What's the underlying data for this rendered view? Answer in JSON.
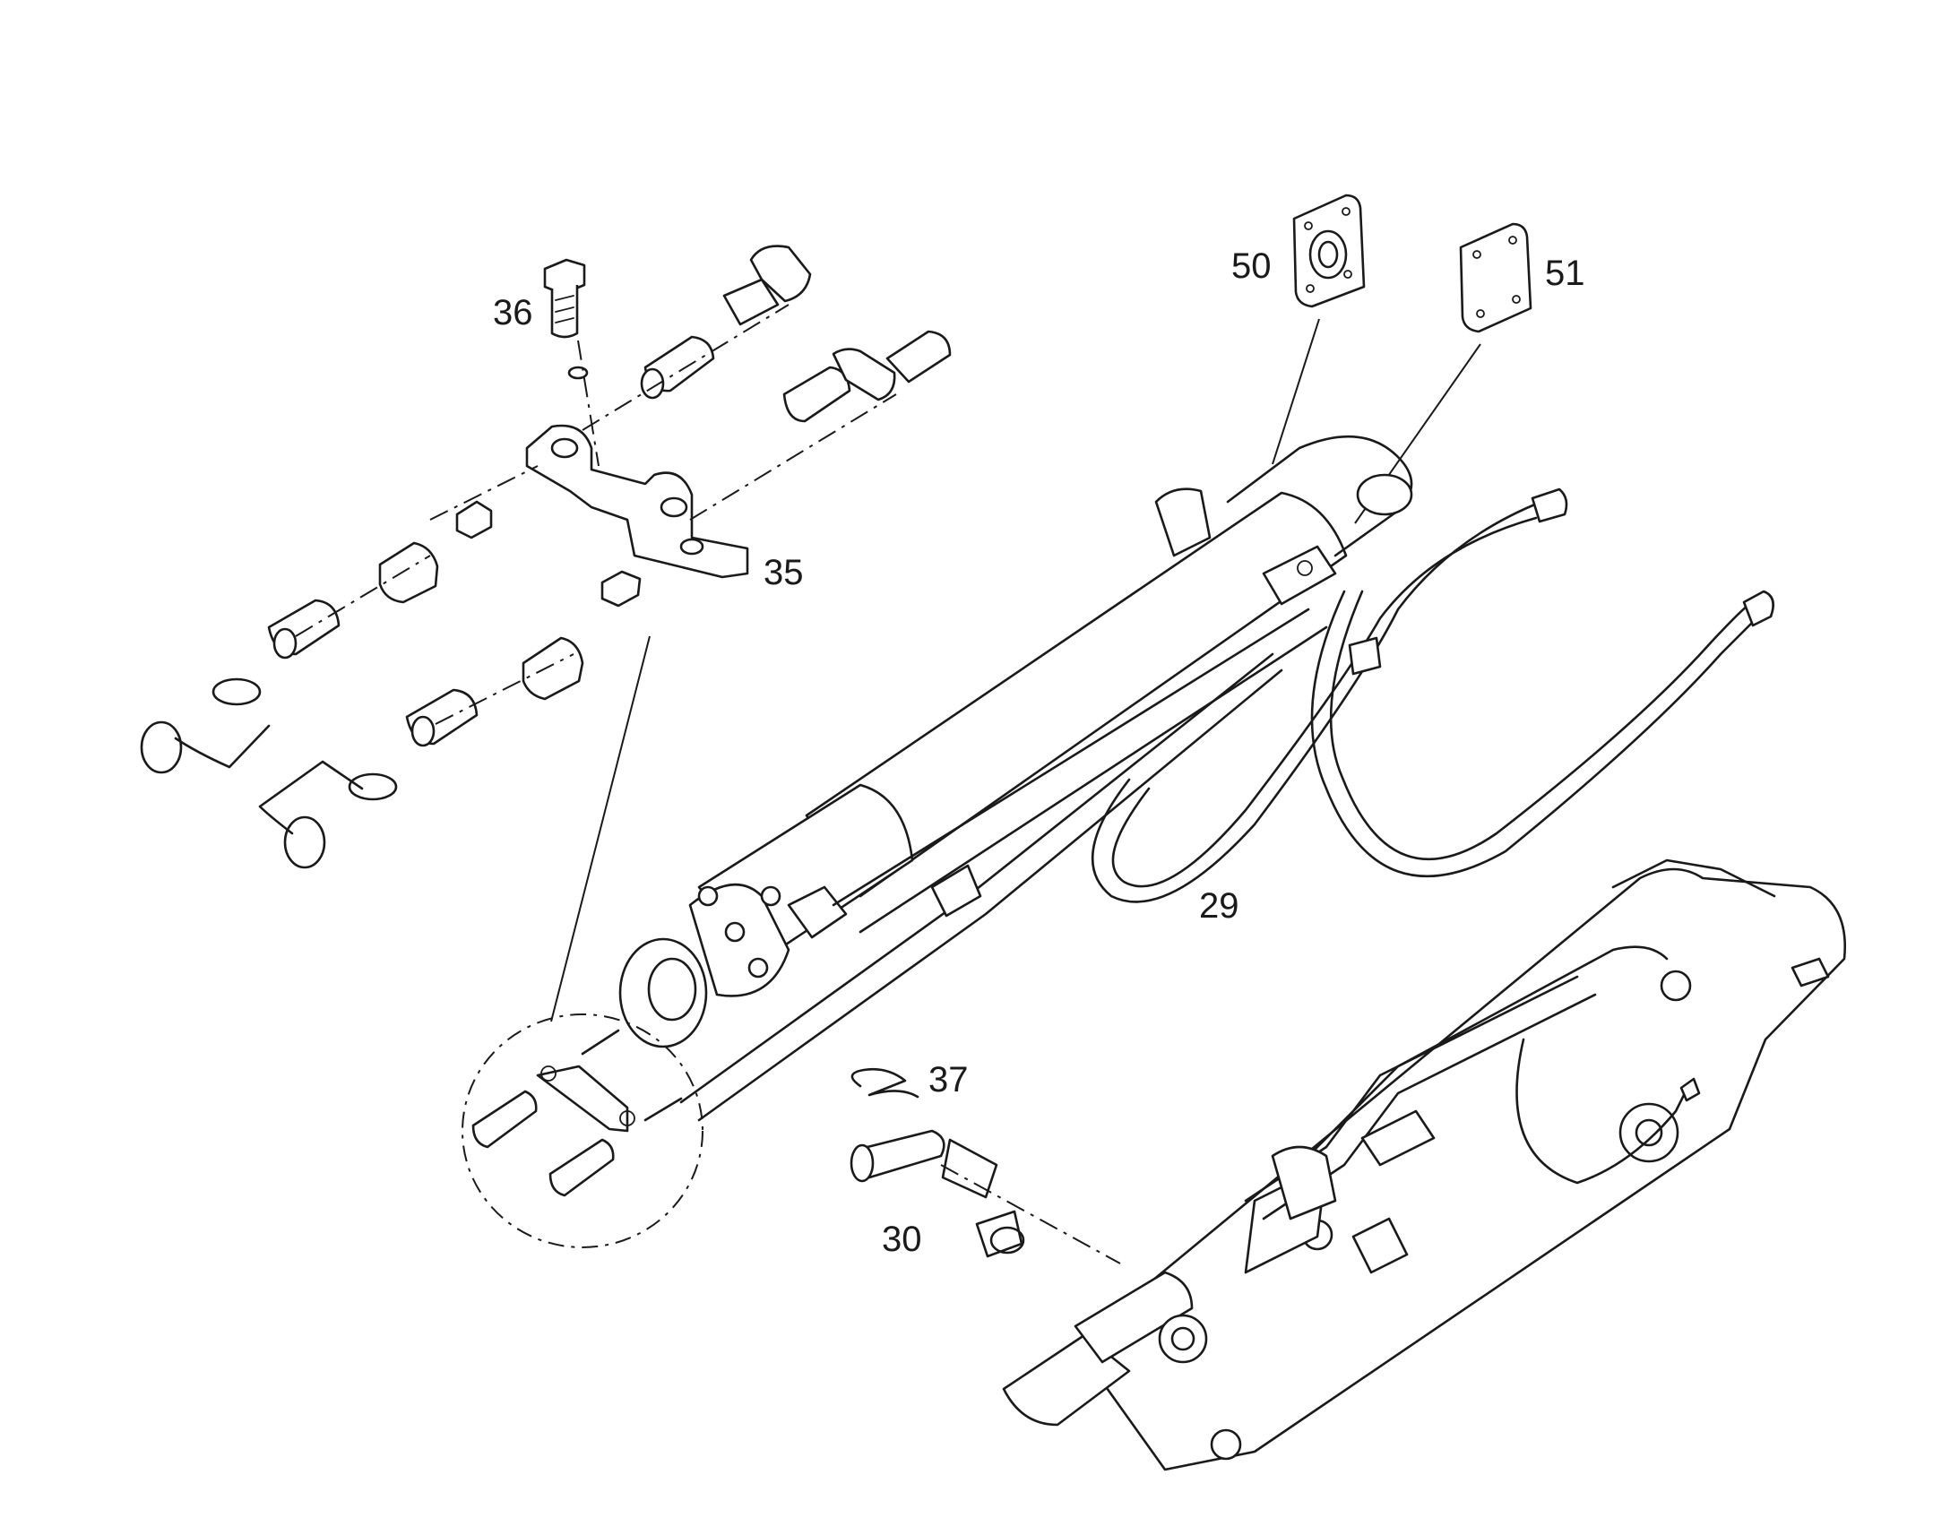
{
  "callouts": {
    "c29": "29",
    "c30": "30",
    "c35": "35",
    "c36": "36",
    "c37": "37",
    "c50": "50",
    "c51": "51"
  },
  "colors": {
    "line": "#1a1a1a",
    "background": "#ffffff"
  }
}
